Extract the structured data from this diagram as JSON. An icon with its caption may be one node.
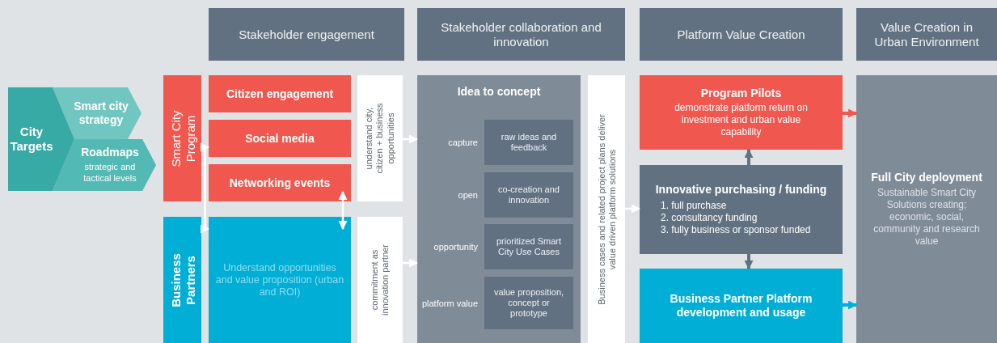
{
  "diagram": {
    "nodes": [
      {
        "text": [
          "Stakeholder engagement"
        ]
      },
      {
        "text": [
          "Stakeholder collaboration and innovation"
        ]
      },
      {
        "text": [
          "Platform Value Creation"
        ]
      },
      {
        "text": [
          "Value Creation in Urban Environment"
        ]
      },
      {
        "text": [
          "City Targets"
        ]
      },
      {
        "text": [
          "Smart city strategy"
        ]
      },
      {
        "text": [
          "Roadmaps",
          "strategic and tactical levels"
        ]
      },
      {
        "text": [
          "Smart City Program"
        ]
      },
      {
        "text": [
          "Citizen engagement"
        ]
      },
      {
        "text": [
          "Social media"
        ]
      },
      {
        "text": [
          "Networking events"
        ]
      },
      {
        "text": [
          "Business Partners"
        ]
      },
      {
        "text": [
          "Understand opportunities and value proposition (urban and ROI)"
        ]
      },
      {
        "text": [
          "understand city, citizen + business opportunities"
        ]
      },
      {
        "text": [
          "commitment as innovation partner"
        ]
      },
      {
        "text": [
          "Idea to concept"
        ]
      },
      {
        "text": [
          "raw ideas and feedback"
        ],
        "in": 15,
        "beside": [
          "capture"
        ]
      },
      {
        "text": [
          "co-creation and innovation"
        ],
        "in": 15,
        "beside": [
          "open"
        ]
      },
      {
        "text": [
          "prioritized Smart City Use Cases"
        ],
        "in": 15,
        "beside": [
          "opportunity"
        ]
      },
      {
        "text": [
          "value proposition, concept or prototype"
        ],
        "in": 15,
        "beside": [
          "platform value"
        ]
      },
      {
        "text": [
          "Business cases and related project plans deliver value driven platform solutions"
        ]
      },
      {
        "text": [
          "Program Pilots",
          "demonstrate platform return on investment and urban value capability"
        ]
      },
      {
        "text": [
          "Innovative purchasing / funding",
          "1. full purchase",
          "2. consultancy funding",
          "3. fully business or sponsor funded"
        ]
      },
      {
        "text": [
          "Business Partner Platform development and usage"
        ]
      },
      {
        "text": [
          "Full City deployment",
          "Sustainable Smart City Solutions creating; economic, social, community and research value"
        ]
      }
    ],
    "edges": [
      {
        "from": 13,
        "to": 15,
        "arrow": "to"
      },
      {
        "from": 14,
        "to": 15,
        "arrow": "to"
      },
      {
        "from": 20,
        "to": 22,
        "arrow": "to"
      },
      {
        "from": 22,
        "to": 21,
        "arrow": "to",
        "color": "#627181"
      },
      {
        "from": 22,
        "to": 23,
        "arrow": "to",
        "color": "#627181"
      },
      {
        "from": 21,
        "to": 24,
        "arrow": "to",
        "color": "#f0584f"
      },
      {
        "from": 23,
        "to": 24,
        "arrow": "to",
        "color": "#00aed6"
      },
      {
        "from": 9,
        "to": 12,
        "arrow": "both"
      },
      {
        "from": 10,
        "to": 12,
        "arrow": "both"
      }
    ]
  }
}
